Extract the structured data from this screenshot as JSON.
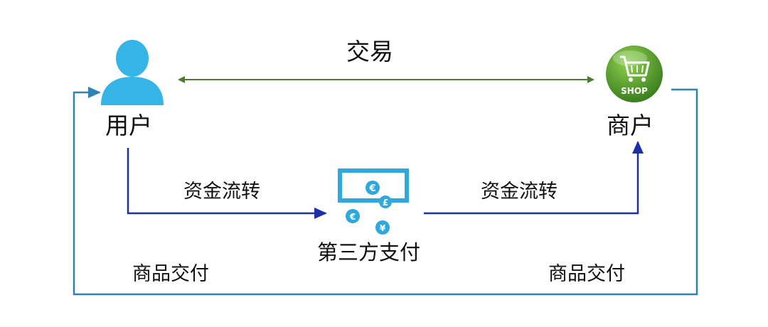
{
  "diagram": {
    "nodes": {
      "user": {
        "label": "用户",
        "icon": "user-icon"
      },
      "merchant": {
        "label": "商户",
        "icon": "shopping-cart-icon",
        "badge": "SHOP"
      },
      "payment": {
        "label": "第三方支付",
        "icon": "payment-icon"
      }
    },
    "edges": {
      "trade": {
        "label": "交易",
        "color": "#4a7d2e"
      },
      "flow_user_to_pay": {
        "label": "资金流转",
        "color": "#1f2fa8"
      },
      "flow_pay_to_merch": {
        "label": "资金流转",
        "color": "#1f2fa8"
      },
      "delivery_left": {
        "label": "商品交付",
        "color": "#2f80b4"
      },
      "delivery_right": {
        "label": "商品交付",
        "color": "#2f80b4"
      }
    },
    "colors": {
      "user_icon": "#35b4e6",
      "shop_icon": "#4f9a2a",
      "payment_icon": "#2fa8dd"
    }
  }
}
